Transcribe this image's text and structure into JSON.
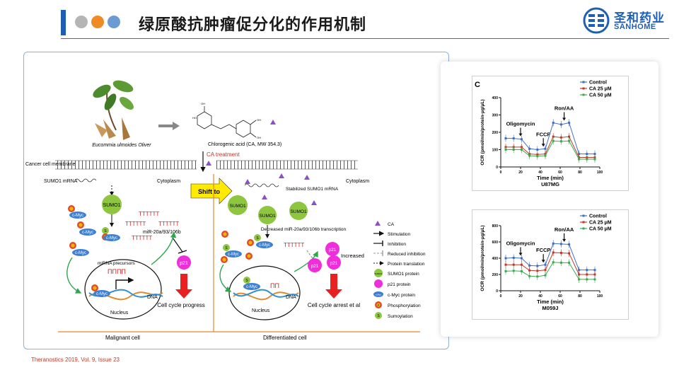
{
  "header": {
    "title": "绿原酸抗肿瘤促分化的作用机制",
    "dot_colors": [
      "#b5b5b5",
      "#f08a24",
      "#6c9bd2"
    ],
    "accent_color": "#1f5fb1"
  },
  "logo": {
    "cn": "圣和药业",
    "en": "SANHOME",
    "color": "#1f5fb1"
  },
  "citation": "Theranostics 2019, Vol. 9, Issue 23",
  "diagram": {
    "plant_label": "Eucommia ulmoides Oliver",
    "compound_label": "Chlorogenic acid (CA, MW 354.3)",
    "treatment_label": "CA treatment",
    "membrane_label": "Cancer cell membrane",
    "mrna_label": "SUMO1 mRNA",
    "cytoplasm_label": "Cytoplasm",
    "cytoplasm_label_right": "Cytoplasm",
    "shift_label": "Shift to",
    "stabilized_label": "Stabilized SUMO1 mRNA",
    "sumo1": "SUMO1",
    "cmyc": "c-Myc",
    "mir_label": "miR-20a/93/106b",
    "mir_precursors": "miRNA precursors",
    "decreased_label": "Decreased miR-20a/93/106b transcription",
    "p21": "p21",
    "increased": "Increased",
    "dna": "DNA",
    "nucleus": "Nucleus",
    "progress": "Cell cycle progress",
    "arrest": "Cell cycle arrest et al",
    "malignant": "Malignant cell",
    "differentiated": "Differentiated cell",
    "phos": "P",
    "sumo_s": "S",
    "legend": [
      {
        "label": "CA",
        "key": "ca"
      },
      {
        "label": "Stimulation",
        "key": "stim"
      },
      {
        "label": "Inhibition",
        "key": "inh"
      },
      {
        "label": "Reduced inhibition",
        "key": "red"
      },
      {
        "label": "Protein translation",
        "key": "trans"
      },
      {
        "label": "SUMO1 protein",
        "key": "sumo"
      },
      {
        "label": "p21 protein",
        "key": "p21"
      },
      {
        "label": "c-Myc protein",
        "key": "cmyc"
      },
      {
        "label": "Phosphorylation",
        "key": "phos"
      },
      {
        "label": "Sumoylation",
        "key": "sumoyl"
      }
    ],
    "legend_icon_text": {
      "sumo": "SUMO1",
      "cmyc": "c-Myc",
      "phos": "P",
      "sumoyl": "S"
    }
  },
  "chart_data": [
    {
      "type": "line",
      "panel_letter": "C",
      "title": "U87MG",
      "xlabel": "Time (min)",
      "ylabel": "OCR (pmol/min/protein-μg/μL)",
      "xlim": [
        0,
        100
      ],
      "ylim": [
        0,
        400
      ],
      "xticks": [
        0,
        20,
        40,
        60,
        80,
        100
      ],
      "yticks": [
        0,
        100,
        200,
        300,
        400
      ],
      "annotations": [
        "Oligomycin",
        "FCCP",
        "Ron/AA"
      ],
      "annotation_x": [
        20,
        43,
        64
      ],
      "x": [
        5,
        13,
        21,
        29,
        37,
        45,
        53,
        61,
        69,
        79,
        87,
        95
      ],
      "series": [
        {
          "name": "Control",
          "color": "#3f6fc4",
          "values": [
            165,
            165,
            160,
            105,
            100,
            105,
            255,
            245,
            255,
            75,
            75,
            75
          ]
        },
        {
          "name": "CA 25 μM",
          "color": "#c0392b",
          "values": [
            115,
            115,
            115,
            75,
            72,
            75,
            175,
            170,
            175,
            55,
            55,
            55
          ]
        },
        {
          "name": "CA 50 μM",
          "color": "#3daa4f",
          "values": [
            100,
            100,
            100,
            65,
            62,
            65,
            150,
            148,
            150,
            45,
            45,
            45
          ]
        }
      ]
    },
    {
      "type": "line",
      "title": "M059J",
      "xlabel": "Time (min)",
      "ylabel": "OCR (pmol/min/protein-μg/μL)",
      "xlim": [
        0,
        100
      ],
      "ylim": [
        0,
        800
      ],
      "xticks": [
        0,
        20,
        40,
        60,
        80,
        100
      ],
      "yticks": [
        0,
        200,
        400,
        600,
        800
      ],
      "annotations": [
        "Oligomycin",
        "FCCP",
        "Ron/AA"
      ],
      "annotation_x": [
        20,
        43,
        64
      ],
      "x": [
        5,
        13,
        21,
        29,
        37,
        45,
        53,
        61,
        69,
        79,
        87,
        95
      ],
      "series": [
        {
          "name": "Control",
          "color": "#3f6fc4",
          "values": [
            400,
            405,
            400,
            310,
            305,
            320,
            580,
            575,
            570,
            255,
            255,
            255
          ]
        },
        {
          "name": "CA 25 μM",
          "color": "#c0392b",
          "values": [
            320,
            320,
            320,
            250,
            245,
            255,
            470,
            465,
            460,
            200,
            200,
            200
          ]
        },
        {
          "name": "CA 50 μM",
          "color": "#3daa4f",
          "values": [
            240,
            245,
            240,
            180,
            175,
            190,
            350,
            345,
            345,
            140,
            140,
            140
          ]
        }
      ]
    }
  ]
}
